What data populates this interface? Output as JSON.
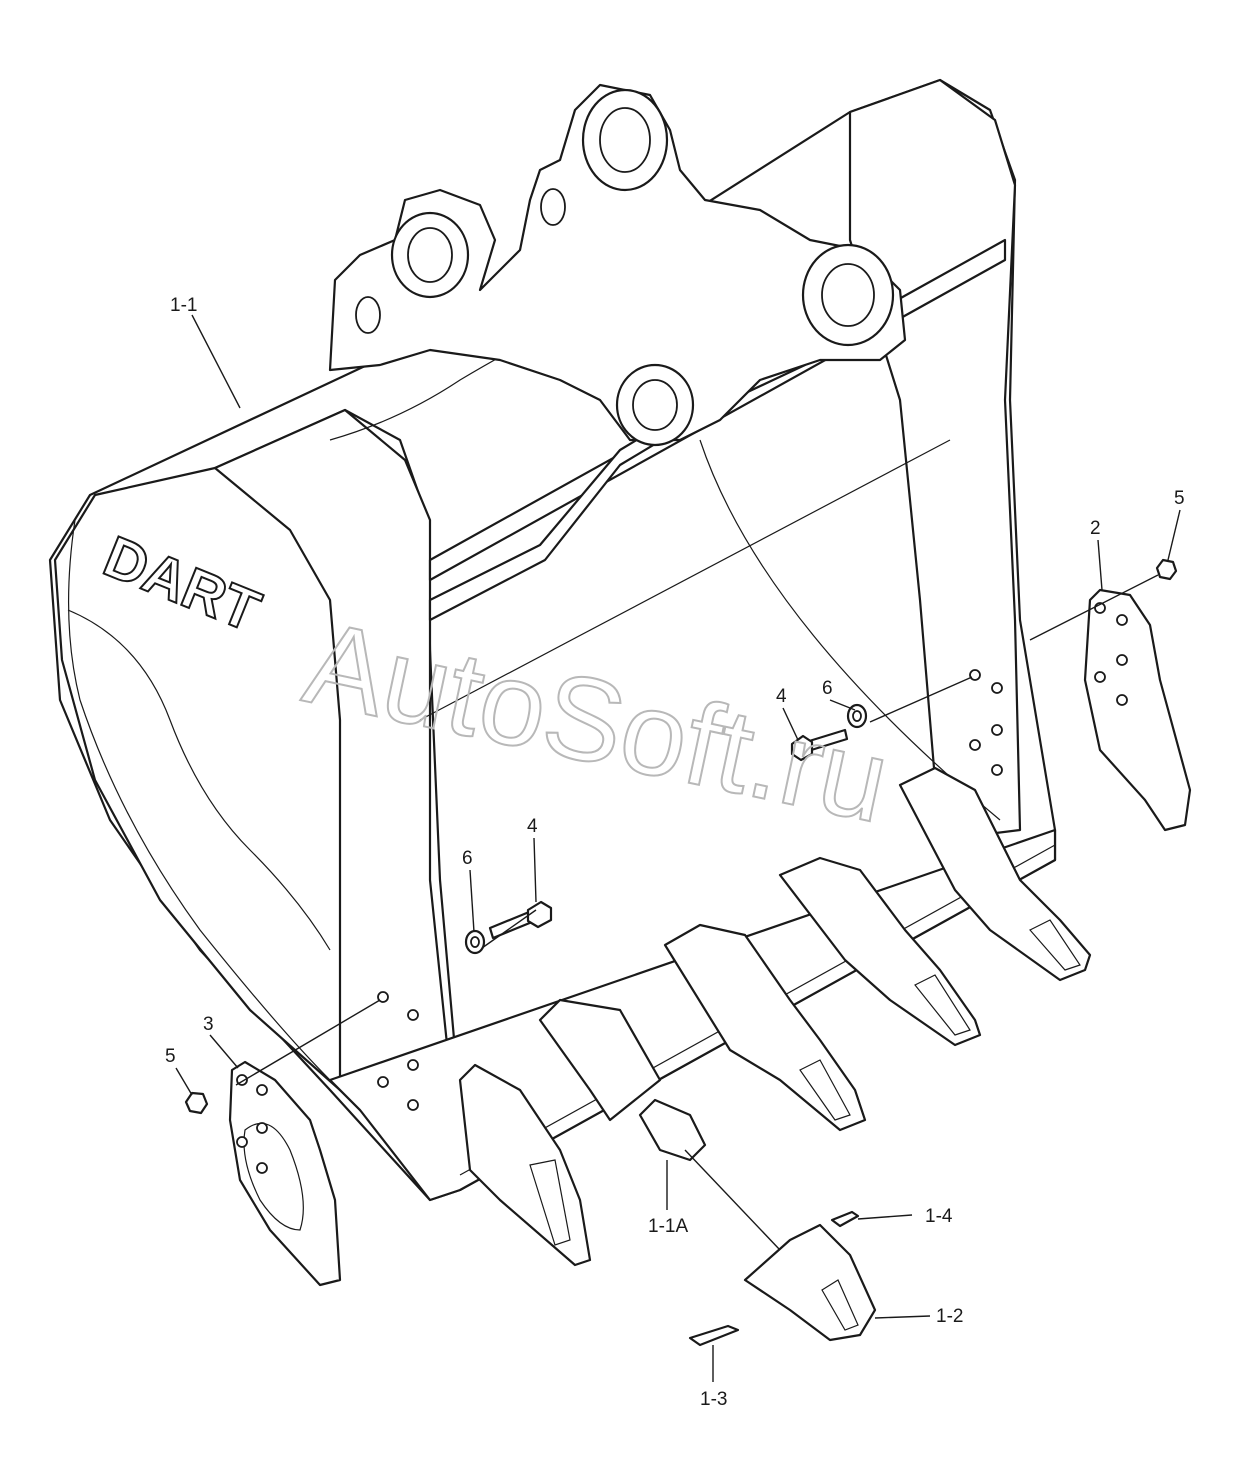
{
  "diagram": {
    "callouts": {
      "c1_1": "1-1",
      "c1_1a": "1-1A",
      "c1_2": "1-2",
      "c1_3": "1-3",
      "c1_4": "1-4",
      "c2": "2",
      "c3": "3",
      "c4_upper": "4",
      "c4_lower": "4",
      "c5_right": "5",
      "c5_left": "5",
      "c6_upper": "6",
      "c6_lower": "6"
    },
    "logo_text": "DART",
    "watermark_text": "AutoSoft.ru",
    "colors": {
      "ink": "#1a1a1a",
      "paper": "#ffffff",
      "watermark": "#b8b8b8"
    }
  }
}
